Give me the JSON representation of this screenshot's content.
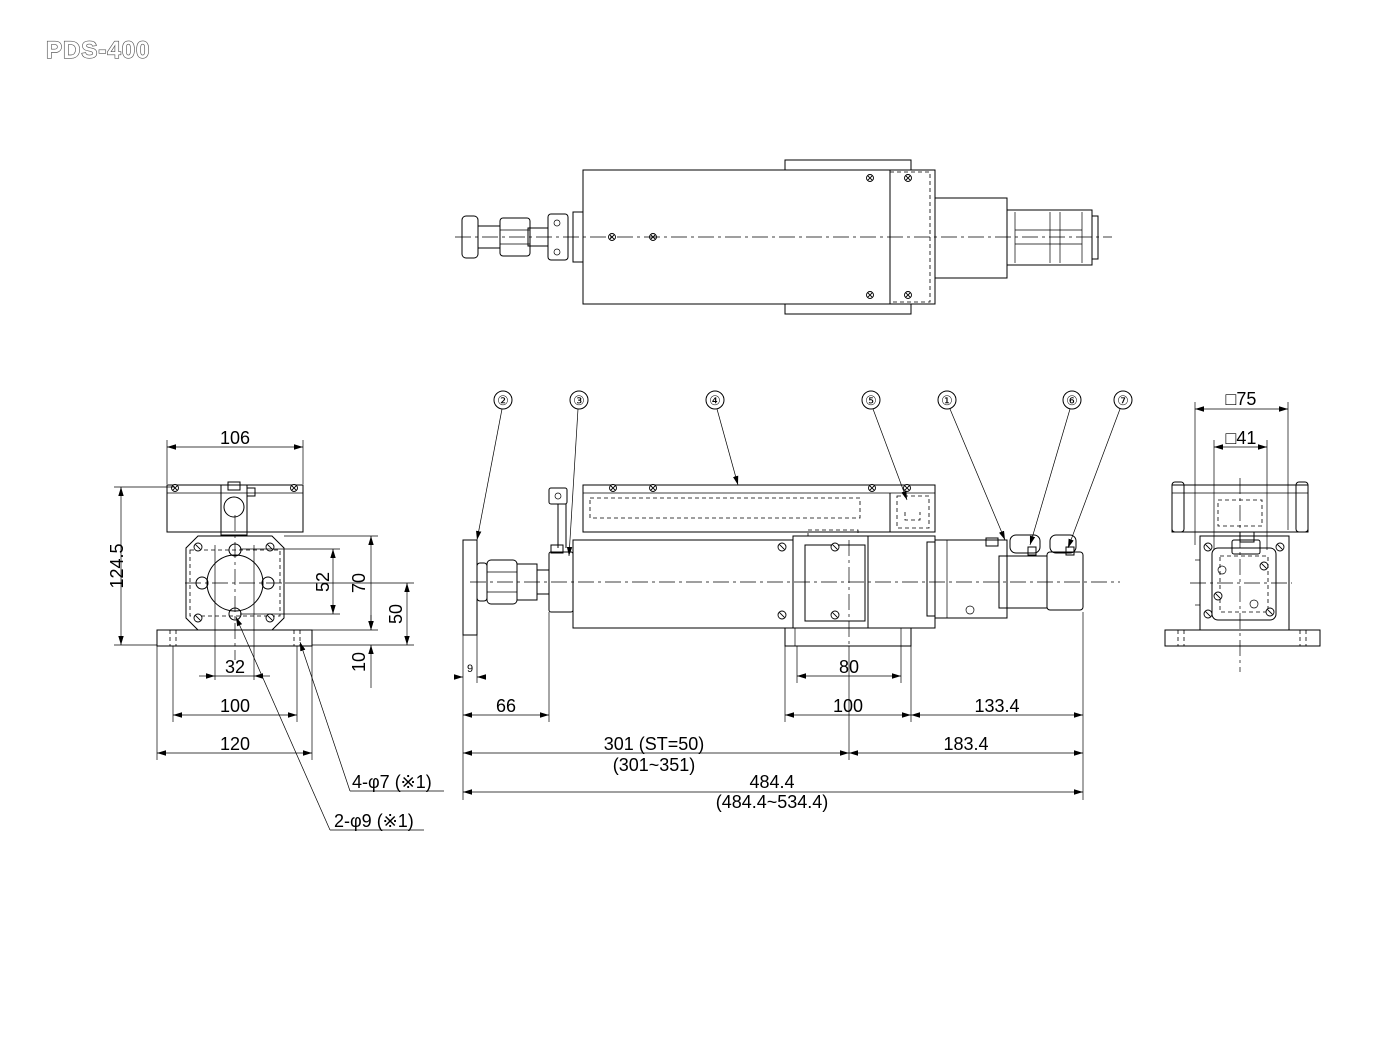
{
  "title": "PDS-400",
  "balloons": [
    "①",
    "②",
    "③",
    "④",
    "⑤",
    "⑥",
    "⑦"
  ],
  "dimensions": {
    "left_view": {
      "width_top": "106",
      "height_total": "124.5",
      "hole_pitch_v": "52",
      "flange_height": "70",
      "center_height": "50",
      "base_thickness": "10",
      "hole_pitch_h": "32",
      "base_hole_pitch": "100",
      "base_width": "120",
      "note_holes_a": "4-φ7 (※1)",
      "note_holes_b": "2-φ9 (※1)"
    },
    "front_view": {
      "plate_thickness": "9",
      "dim_66": "66",
      "dim_80": "80",
      "dim_100": "100",
      "dim_133": "133.4",
      "stroke_line1": "301 (ST=50)",
      "stroke_line2": "(301~351)",
      "dim_183": "183.4",
      "total_line1": "484.4",
      "total_line2": "(484.4~534.4)"
    },
    "right_view": {
      "square_outer": "□75",
      "square_inner": "□41"
    }
  }
}
